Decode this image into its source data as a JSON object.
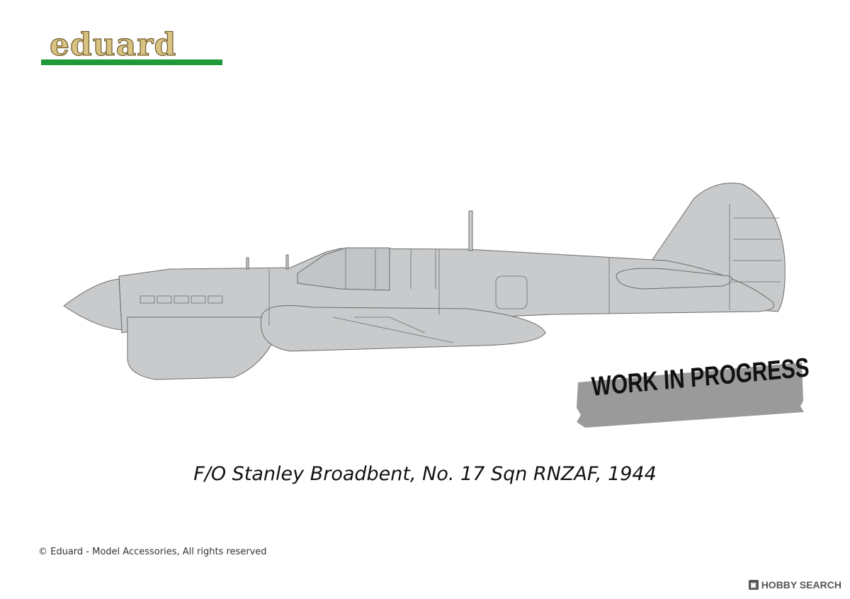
{
  "logo": {
    "text": "eduard"
  },
  "banner": {
    "text": "WORK IN PROGRESS"
  },
  "caption": {
    "text": "F/O Stanley Broadbent, No. 17 Sqn RNZAF, 1944"
  },
  "footer": {
    "copyright": "© Eduard - Model Accessories, All rights reserved"
  },
  "watermark": {
    "text": "HOBBY SEARCH",
    "icon": "hobby-search-icon"
  },
  "colors": {
    "airframe": "#c8cacb",
    "panel_lines": "#6a6c6e",
    "logo_fill": "#d9c382",
    "logo_bar": "#1f9a3a",
    "banner": "#9a9a9a"
  }
}
